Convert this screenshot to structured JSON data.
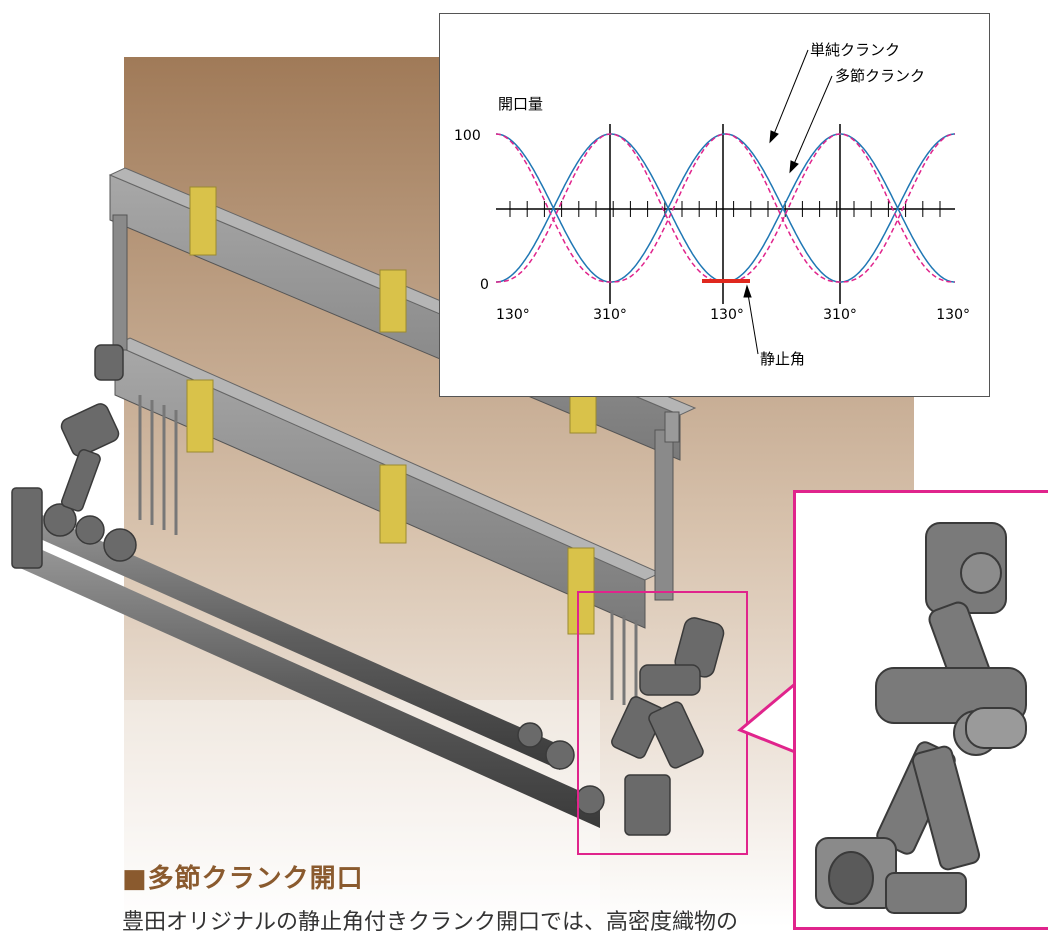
{
  "diagram": {
    "section_title": "多節クランク開口",
    "section_marker": "■",
    "body_text": "豊田オリジナルの静止角付きクランク開口では、高密度織物の",
    "chart_data": {
      "type": "line",
      "ylabel": "開口量",
      "yticks": [
        "100",
        "0"
      ],
      "ylim": [
        0,
        100
      ],
      "x_tick_labels": [
        "130°",
        "310°",
        "130°",
        "310°",
        "130°"
      ],
      "series": [
        {
          "name": "単純クランク",
          "style": "solid",
          "color": "#1f77b4",
          "x": [
            130,
            220,
            310,
            400,
            490,
            580,
            670,
            760,
            850
          ],
          "values": [
            100,
            50,
            0,
            50,
            100,
            50,
            0,
            50,
            100
          ]
        },
        {
          "name": "多節クランク",
          "style": "dashed",
          "color": "#e0248c",
          "x": [
            130,
            220,
            310,
            400,
            490,
            580,
            670,
            760,
            850
          ],
          "values": [
            100,
            50,
            0,
            50,
            100,
            50,
            0,
            50,
            100
          ]
        }
      ],
      "annotations": {
        "dwell_label": "静止角",
        "dwell_color": "#e0281e"
      }
    },
    "colors": {
      "background_gradient_top": "#a07a58",
      "background_gradient_bottom": "#ffffff",
      "beam": "#8c8c8c",
      "bracket": "#d9c24a",
      "highlight": "#e0248c",
      "title": "#8a5a2e"
    }
  }
}
